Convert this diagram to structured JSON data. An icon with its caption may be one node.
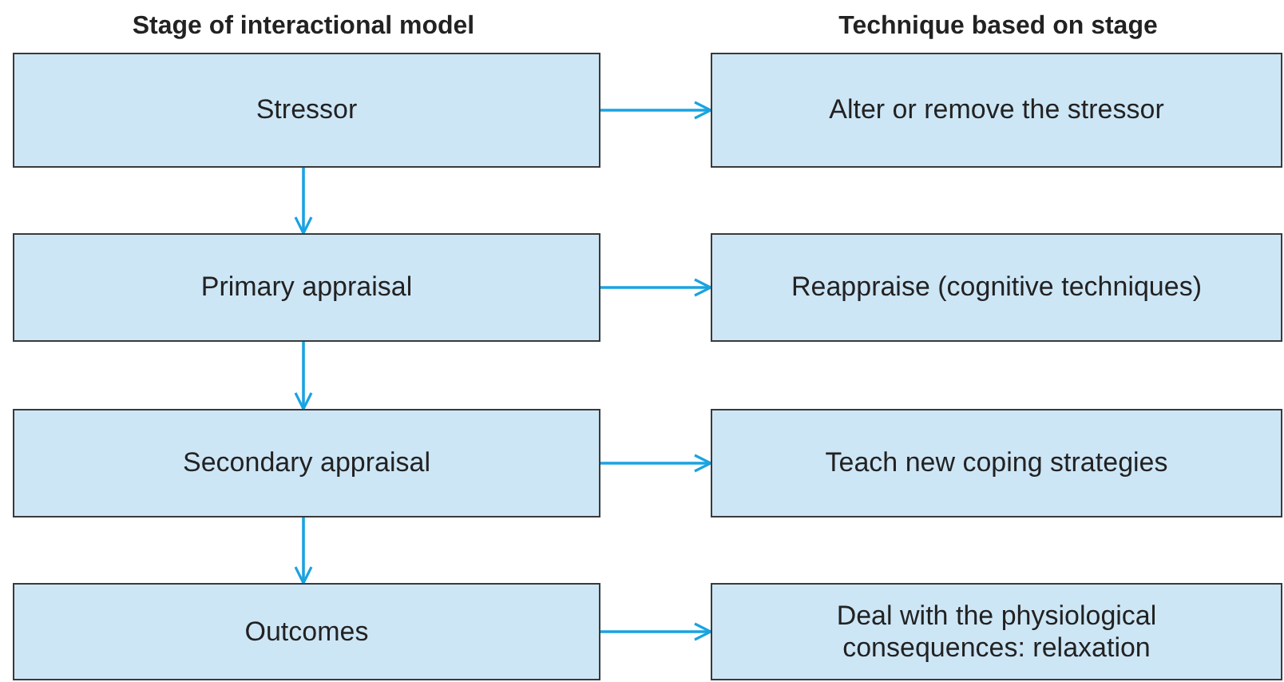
{
  "diagram": {
    "nodes": [
      {
        "text": [
          "Stressor"
        ]
      },
      {
        "text": [
          "Alter or remove the stressor"
        ]
      },
      {
        "text": [
          "Primary appraisal"
        ]
      },
      {
        "text": [
          "Reappraise (cognitive techniques)"
        ]
      },
      {
        "text": [
          "Secondary appraisal"
        ]
      },
      {
        "text": [
          "Teach new coping strategies"
        ]
      },
      {
        "text": [
          "Outcomes"
        ]
      },
      {
        "text": [
          "Deal with the physiological consequences: relaxation"
        ]
      }
    ],
    "edges": [
      {
        "from": 0,
        "to": 1,
        "arrow": "to"
      },
      {
        "from": 0,
        "to": 2,
        "arrow": "to"
      },
      {
        "from": 2,
        "to": 3,
        "arrow": "to"
      },
      {
        "from": 2,
        "to": 4,
        "arrow": "to"
      },
      {
        "from": 4,
        "to": 5,
        "arrow": "to"
      },
      {
        "from": 4,
        "to": 6,
        "arrow": "to"
      },
      {
        "from": 6,
        "to": 7,
        "arrow": "to"
      }
    ],
    "labels": [
      "Stage of interactional model",
      "Technique based on stage"
    ]
  }
}
